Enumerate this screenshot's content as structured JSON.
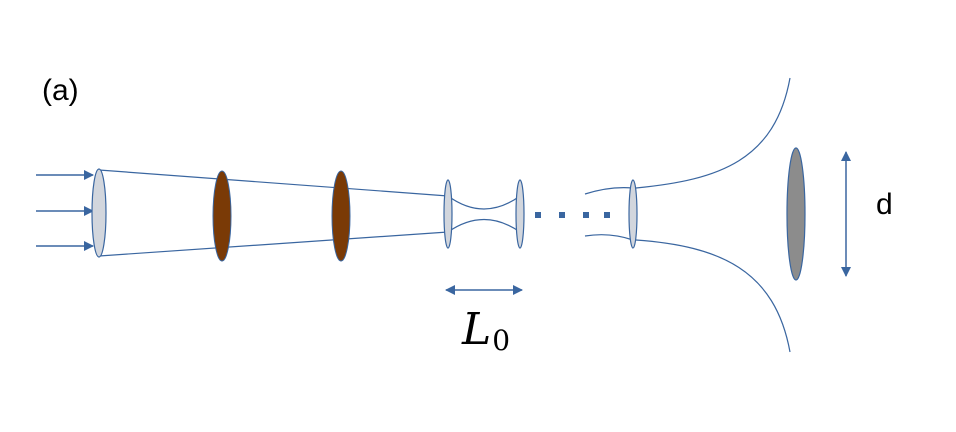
{
  "panel_label": "(a)",
  "dimension_label": "d",
  "length_label": {
    "base": "L",
    "subscript": "0"
  },
  "colors": {
    "ray": "#3a66a0",
    "lens_light": "#d2d6dd",
    "lens_brown": "#7a3a06",
    "detector": "#8c8c8c",
    "dots": "#3a66a0"
  },
  "icons": {
    "input_arrows": "right-arrow-icon",
    "dimension_arrow": "double-headed-vertical-arrow-icon",
    "length_arrow": "double-headed-horizontal-arrow-icon"
  }
}
